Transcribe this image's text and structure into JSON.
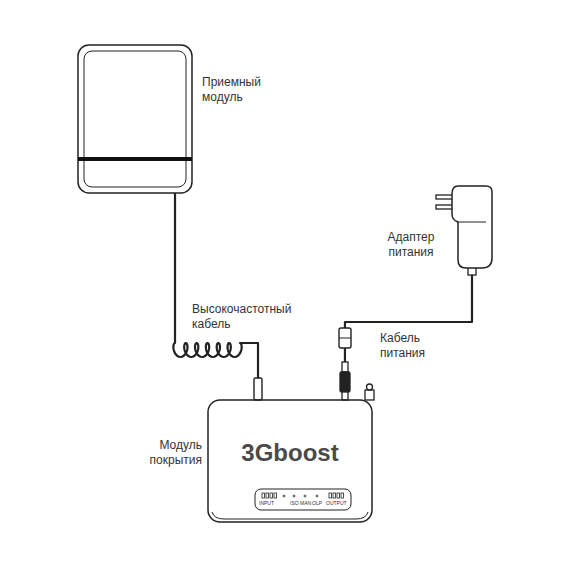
{
  "diagram": {
    "nodes": [
      {
        "text": [
          "Приемный модуль"
        ]
      },
      {
        "text": [
          "Адаптер питания"
        ]
      },
      {
        "text": [
          "Модуль покрытия",
          "3Gboost"
        ]
      }
    ],
    "edges": [
      {
        "from": 0,
        "to": 2,
        "arrow": "none",
        "label": "Высокочастотный кабель"
      },
      {
        "from": 1,
        "to": 2,
        "arrow": "none",
        "label": "Кабель питания"
      }
    ],
    "labels": [
      "INPUT",
      "ISO",
      "MAN",
      "OLP",
      "OUTPUT"
    ]
  }
}
